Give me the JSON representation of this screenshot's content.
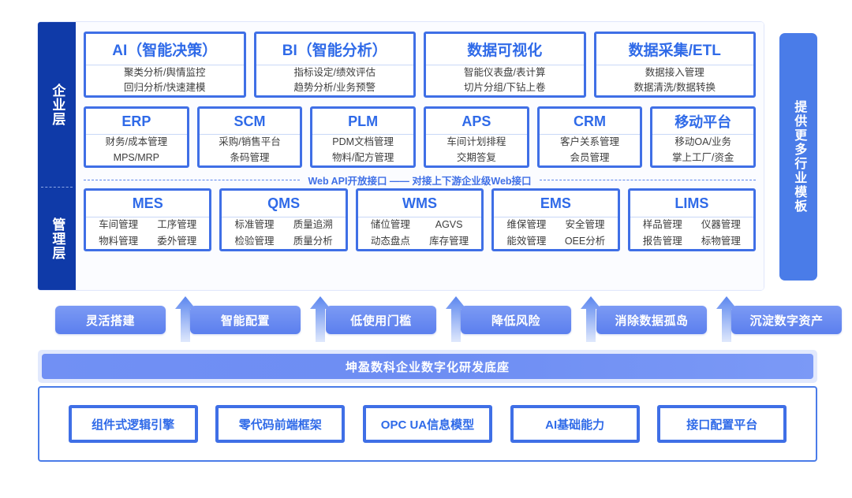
{
  "layers": {
    "enterprise_label": "企业层",
    "manage_label": "管理层"
  },
  "side_bar": {
    "text": "提供更多行业模板"
  },
  "api_divider": {
    "label": "Web API开放接口 —— 对接上下游企业级Web接口"
  },
  "enterprise_row1": [
    {
      "title": "AI（智能决策）",
      "lines": [
        "聚类分析/舆情监控",
        "回归分析/快速建模"
      ]
    },
    {
      "title": "BI（智能分析）",
      "lines": [
        "指标设定/绩效评估",
        "趋势分析/业务预警"
      ]
    },
    {
      "title": "数据可视化",
      "lines": [
        "智能仪表盘/表计算",
        "切片分组/下钻上卷"
      ]
    },
    {
      "title": "数据采集/ETL",
      "lines": [
        "数据接入管理",
        "数据清洗/数据转换"
      ]
    }
  ],
  "enterprise_row2": [
    {
      "title": "ERP",
      "lines": [
        "财务/成本管理",
        "MPS/MRP"
      ]
    },
    {
      "title": "SCM",
      "lines": [
        "采购/销售平台",
        "条码管理"
      ]
    },
    {
      "title": "PLM",
      "lines": [
        "PDM文档管理",
        "物料/配方管理"
      ]
    },
    {
      "title": "APS",
      "lines": [
        "车间计划排程",
        "交期答复"
      ]
    },
    {
      "title": "CRM",
      "lines": [
        "客户关系管理",
        "会员管理"
      ]
    },
    {
      "title": "移动平台",
      "lines": [
        "移动OA/业务",
        "掌上工厂/资金"
      ]
    }
  ],
  "manage_row": [
    {
      "title": "MES",
      "cells": [
        "车间管理",
        "工序管理",
        "物料管理",
        "委外管理"
      ]
    },
    {
      "title": "QMS",
      "cells": [
        "标准管理",
        "质量追溯",
        "检验管理",
        "质量分析"
      ]
    },
    {
      "title": "WMS",
      "cells": [
        "储位管理",
        "AGVS",
        "动态盘点",
        "库存管理"
      ]
    },
    {
      "title": "EMS",
      "cells": [
        "维保管理",
        "安全管理",
        "能效管理",
        "OEE分析"
      ]
    },
    {
      "title": "LIMS",
      "cells": [
        "样品管理",
        "仪器管理",
        "报告管理",
        "标物管理"
      ]
    }
  ],
  "benefits": [
    "灵活搭建",
    "智能配置",
    "低使用门槛",
    "降低风险",
    "消除数据孤岛",
    "沉淀数字资产"
  ],
  "platform": {
    "banner": "坤盈数科企业数字化研发底座",
    "chips": [
      "组件式逻辑引擎",
      "零代码前端框架",
      "OPC UA信息模型",
      "AI基础能力",
      "接口配置平台"
    ]
  },
  "colors": {
    "rail_dark_blue": "#0f3aa8",
    "card_border_blue": "#3f6fe6",
    "title_blue": "#2f6ae8",
    "pill_blue": "#5b7fee",
    "banner_blue": "#6d8df3",
    "side_bar_blue": "#4a7ce8"
  }
}
